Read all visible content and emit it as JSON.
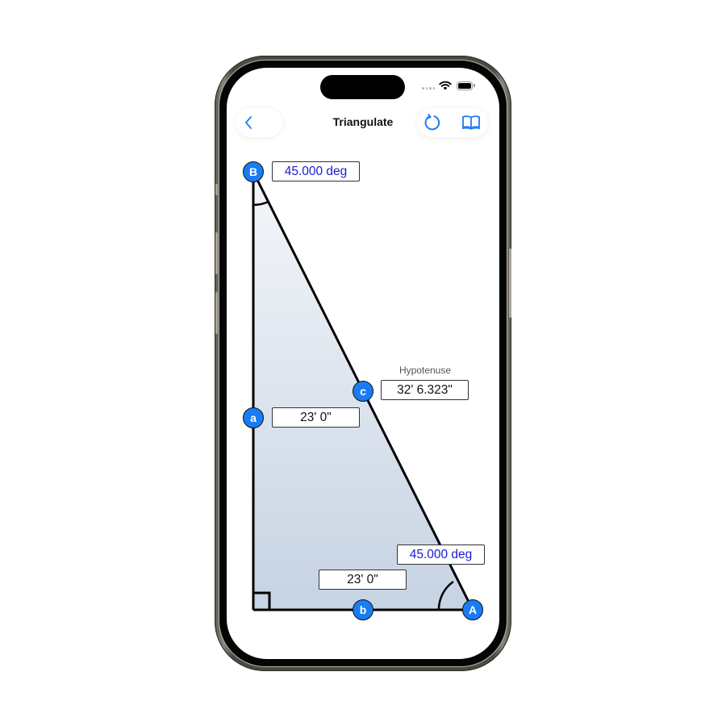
{
  "app": {
    "title": "Triangulate",
    "accent_color": "#1a7cf5",
    "angle_text_color": "#1b1bd6"
  },
  "status_bar": {
    "icons": [
      "signal-dots-icon",
      "wifi-icon",
      "battery-icon"
    ]
  },
  "nav": {
    "back_icon": "chevron-left-icon",
    "reset_icon": "refresh-icon",
    "reference_icon": "book-icon"
  },
  "triangle": {
    "fill_gradient": [
      "#f4f6f9",
      "#c6d3e3"
    ],
    "vertices": {
      "B": {
        "label": "B"
      },
      "A": {
        "label": "A"
      }
    },
    "sides": {
      "a": {
        "label": "a",
        "value": "23' 0\""
      },
      "b": {
        "label": "b",
        "value": "23' 0\""
      },
      "c": {
        "label": "c",
        "value": "32' 6.323\"",
        "caption": "Hypotenuse"
      }
    },
    "angles": {
      "B": {
        "value": "45.000 deg"
      },
      "A": {
        "value": "45.000 deg"
      }
    }
  }
}
